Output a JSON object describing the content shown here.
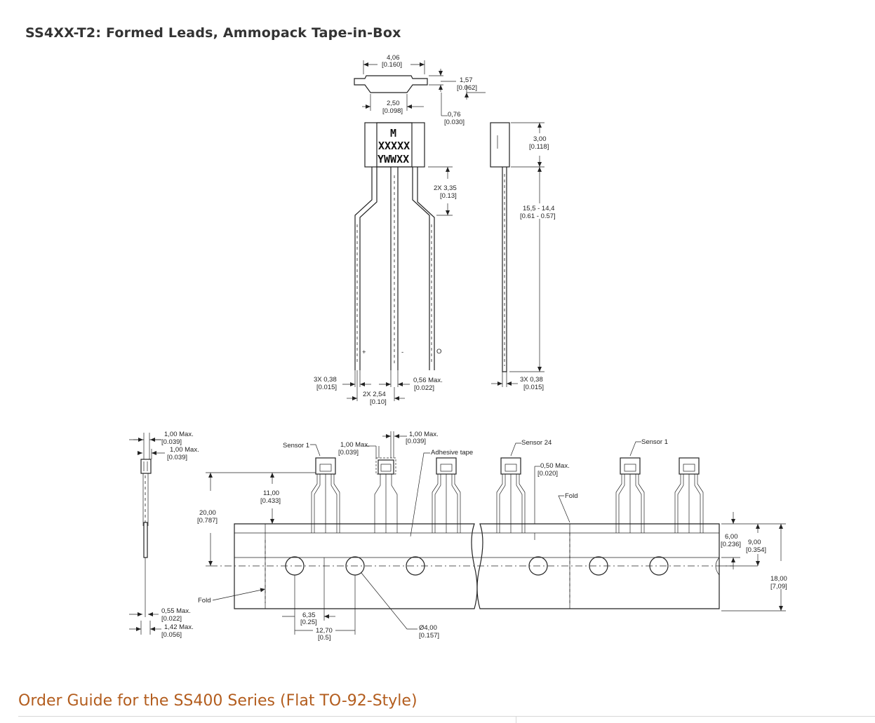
{
  "title": "SS4XX-T2: Formed Leads, Ammopack Tape-in-Box",
  "section_heading": "Order Guide for the SS400 Series (Flat TO-92-Style)",
  "package_marking": [
    "M",
    "XXXXX",
    "YWWXX"
  ],
  "pin_labels": [
    "+",
    "-",
    "O"
  ],
  "dims": {
    "width_top": [
      "4,06",
      "[0.160]"
    ],
    "height_top": [
      "1,57",
      "[0.062]"
    ],
    "width_mid": [
      "2,50",
      "[0.098]"
    ],
    "step": [
      "0,76",
      "[0.030]"
    ],
    "lead_bend": [
      "2X 3,35",
      "[0.13]"
    ],
    "body_side": [
      "3,00",
      "[0.118]"
    ],
    "lead_len": [
      "15,5 - 14,4",
      "[0.61 - 0.57]"
    ],
    "lead_w": [
      "3X 0,38",
      "[0.015]"
    ],
    "pitch": [
      "2X 2,54",
      "[0.10]"
    ],
    "lead_max": [
      "0,56 Max.",
      "[0.022]"
    ],
    "side_lead_w": [
      "3X 0,38",
      "[0.015]"
    ],
    "t_a": [
      "1,00 Max.",
      "[0.039]"
    ],
    "t_b": [
      "1,00 Max.",
      "[0.039]"
    ],
    "t_c": [
      "1,00 Max.",
      "[0.039]"
    ],
    "t_d": [
      "1,00 Max.",
      "[0.039]"
    ],
    "t_e": [
      "0,50 Max.",
      "[0.020]"
    ],
    "t_f": [
      "11,00",
      "[0.433]"
    ],
    "t_g": [
      "20,00",
      "[0.787]"
    ],
    "t_h": [
      "6,00",
      "[0.236]"
    ],
    "t_i": [
      "9,00",
      "[0.354]"
    ],
    "t_j": [
      "18,00",
      "[7,09]"
    ],
    "t_k": [
      "0,55 Max.",
      "[0.022]"
    ],
    "t_l": [
      "1,42 Max.",
      "[0.056]"
    ],
    "t_m": [
      "6,35",
      "[0.25]"
    ],
    "t_n": [
      "12,70",
      "[0.5]"
    ],
    "t_o": [
      "Ø4,00",
      "[0.157]"
    ]
  },
  "callouts": {
    "sensor_1a": "Sensor 1",
    "sensor_24": "Sensor 24",
    "sensor_1b": "Sensor 1",
    "adhesive": "Adhesive tape",
    "fold_top": "Fold",
    "fold_left": "Fold"
  }
}
